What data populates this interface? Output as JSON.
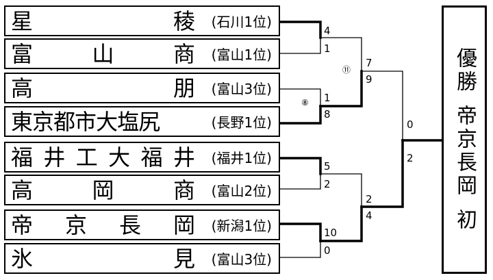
{
  "teams": [
    {
      "chars": [
        "星",
        "稜"
      ],
      "region": "(石川1位)"
    },
    {
      "chars": [
        "富",
        "山",
        "商"
      ],
      "region": "(富山1位)"
    },
    {
      "chars": [
        "高",
        "朋"
      ],
      "region": "(富山3位)"
    },
    {
      "chars": [
        "東",
        "京",
        "都",
        "市",
        "大",
        "塩",
        "尻"
      ],
      "region": "(長野1位)"
    },
    {
      "chars": [
        "福",
        "井",
        "工",
        "大",
        "福",
        "井"
      ],
      "region": "(福井1位)"
    },
    {
      "chars": [
        "高",
        "岡",
        "商"
      ],
      "region": "(富山2位)"
    },
    {
      "chars": [
        "帝",
        "京",
        "長",
        "岡"
      ],
      "region": "(新潟1位)"
    },
    {
      "chars": [
        "氷",
        "見"
      ],
      "region": "(富山3位)"
    }
  ],
  "scores": {
    "r1_g1_top": "4",
    "r1_g1_bottom": "1",
    "r1_g2_top": "1",
    "r1_g2_bottom": "8",
    "r1_g3_top": "5",
    "r1_g3_bottom": "2",
    "r1_g4_top": "10",
    "r1_g4_bottom": "0",
    "sf1_top": "7",
    "sf1_bottom": "9",
    "sf2_top": "2",
    "sf2_bottom": "4",
    "final_top": "0",
    "final_bottom": "2"
  },
  "game_numbers": {
    "g8": "⑧",
    "g11": "⑪"
  },
  "winner": {
    "line1": "優勝",
    "line2": "帝京長岡",
    "line3": "初"
  }
}
